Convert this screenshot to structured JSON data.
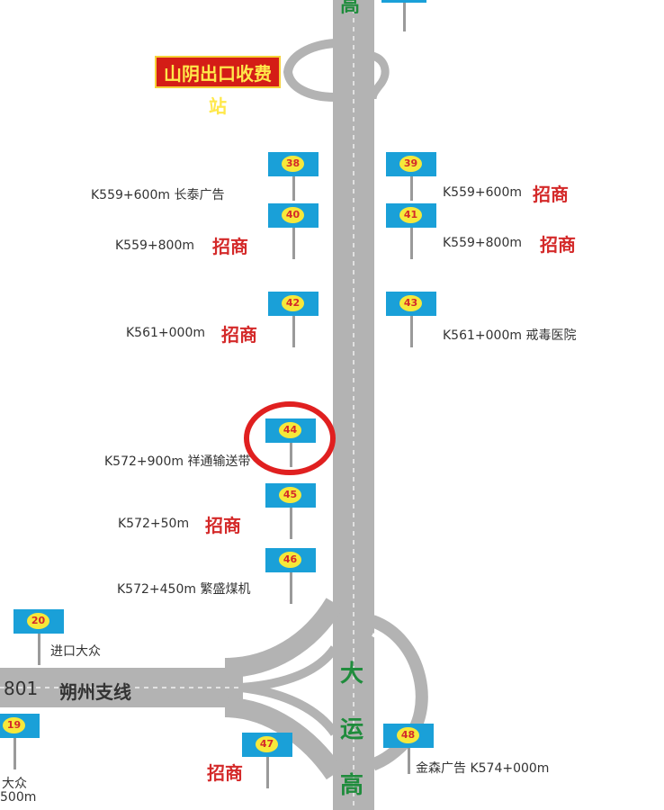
{
  "toll_station": "山阴出口收费站",
  "highway_top_partial": "高",
  "highway_chars": [
    "大",
    "运",
    "高"
  ],
  "branch": {
    "code": "801",
    "name": "朔州支线"
  },
  "signs": [
    {
      "id": "38",
      "text": "K559+600m 长泰广告",
      "highlight": ""
    },
    {
      "id": "39",
      "text": "K559+600m",
      "highlight": "招商"
    },
    {
      "id": "40",
      "text": "K559+800m",
      "highlight": "招商"
    },
    {
      "id": "41",
      "text": "K559+800m",
      "highlight": "招商"
    },
    {
      "id": "42",
      "text": "K561+000m",
      "highlight": "招商"
    },
    {
      "id": "43",
      "text": "K561+000m 戒毒医院",
      "highlight": ""
    },
    {
      "id": "44",
      "text": "K572+900m 祥通输送带",
      "highlight": "",
      "circled": true
    },
    {
      "id": "45",
      "text": "K572+50m",
      "highlight": "招商"
    },
    {
      "id": "46",
      "text": "K572+450m 繁盛煤机",
      "highlight": ""
    },
    {
      "id": "20",
      "text": "进口大众",
      "highlight": ""
    },
    {
      "id": "19",
      "text": "大众",
      "text2": "500m",
      "highlight": ""
    },
    {
      "id": "47",
      "text": "",
      "highlight": "招商"
    },
    {
      "id": "48",
      "text": "金森广告 K574+000m",
      "highlight": ""
    }
  ],
  "colors": {
    "road": "#b3b3b3",
    "sign_board": "#1aa0d8",
    "badge": "#f6e83a",
    "highlight_text": "#d42a2a",
    "highway_text": "#1f8c3c",
    "toll_bg": "#d41d16",
    "circle": "#e02020"
  }
}
